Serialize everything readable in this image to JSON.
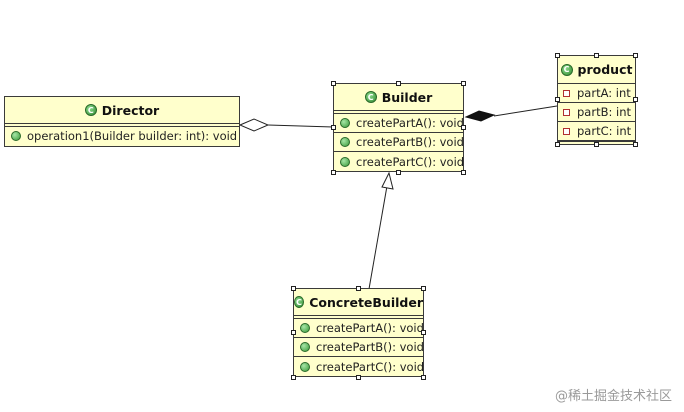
{
  "classes": {
    "director": {
      "name": "Director",
      "methods": [
        "operation1(Builder builder: int): void"
      ]
    },
    "builder": {
      "name": "Builder",
      "methods": [
        "createPartA(): void",
        "createPartB(): void",
        "createPartC(): void"
      ]
    },
    "product": {
      "name": "product",
      "fields": [
        "partA: int",
        "partB: int",
        "partC: int"
      ]
    },
    "concrete_builder": {
      "name": "ConcreteBuilder",
      "methods": [
        "createPartA(): void",
        "createPartB(): void",
        "createPartC(): void"
      ]
    }
  },
  "relationships": [
    {
      "type": "aggregation",
      "from": "Director",
      "to": "Builder"
    },
    {
      "type": "composition",
      "from": "Builder",
      "to": "product"
    },
    {
      "type": "generalization",
      "from": "ConcreteBuilder",
      "to": "Builder"
    }
  ],
  "icons": {
    "class": "class-c-icon",
    "method": "public-method-icon",
    "field": "private-field-icon"
  },
  "colors": {
    "class_fill": "#ffffcc",
    "border": "#3a3a3a",
    "icon_green": "#2f8a2f",
    "field_red": "#b03030"
  },
  "watermark": "@稀土掘金技术社区"
}
